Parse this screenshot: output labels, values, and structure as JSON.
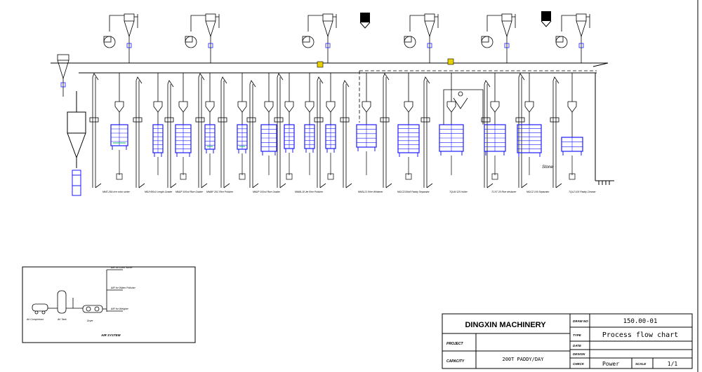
{
  "machine_labels": [
    "MMT-25A rice color sorter",
    "MDJY80x2 Length Grader",
    "MMJP 100x4 Rice Grader",
    "MNMF 25C Rice Polisher",
    "MMJP 100x4 Rice Grader",
    "MNML18 Jet Rice Polisher",
    "MNSL21 Rice Whitener",
    "MGCZ100x8 Paddy Separator",
    "TQLM 125 Huller",
    "TCXT 25 Rice destoner",
    "MGCZ 100 Separator",
    "TQLZ 100 Paddy Cleaner"
  ],
  "stone_label": "Stone",
  "air_system": {
    "title": "AIR SYSTEM",
    "compressor_label": "Air Compressor",
    "tank_label": "Air Tank",
    "dryer_label": "Dryer",
    "branch_labels": [
      "AIR for Color Sorter",
      "AIR for Water Polisher",
      "AIR for Weigher"
    ]
  },
  "title_block": {
    "company": "DINGXIN MACHINERY",
    "project_label": "PROJECT",
    "project_value": "",
    "capacity_label": "CAPACITY",
    "capacity_value": "200T PADDY/DAY",
    "drawn_no_label": "DRAW NO",
    "drawn_no_value": "150.00-01",
    "type_label": "TYPE",
    "type_value": "Process flow chart",
    "date_label": "DATE",
    "date_value": "",
    "design_label": "DESIGN",
    "design_value": "",
    "check_label": "CHECK",
    "check_value": "Power",
    "scale_label": "SCALE",
    "scale_value": "1/1"
  },
  "colors": {
    "line": "#000000",
    "machine": "#1a1aff",
    "accent_yellow": "#e8d000",
    "accent_green": "#00c060"
  }
}
